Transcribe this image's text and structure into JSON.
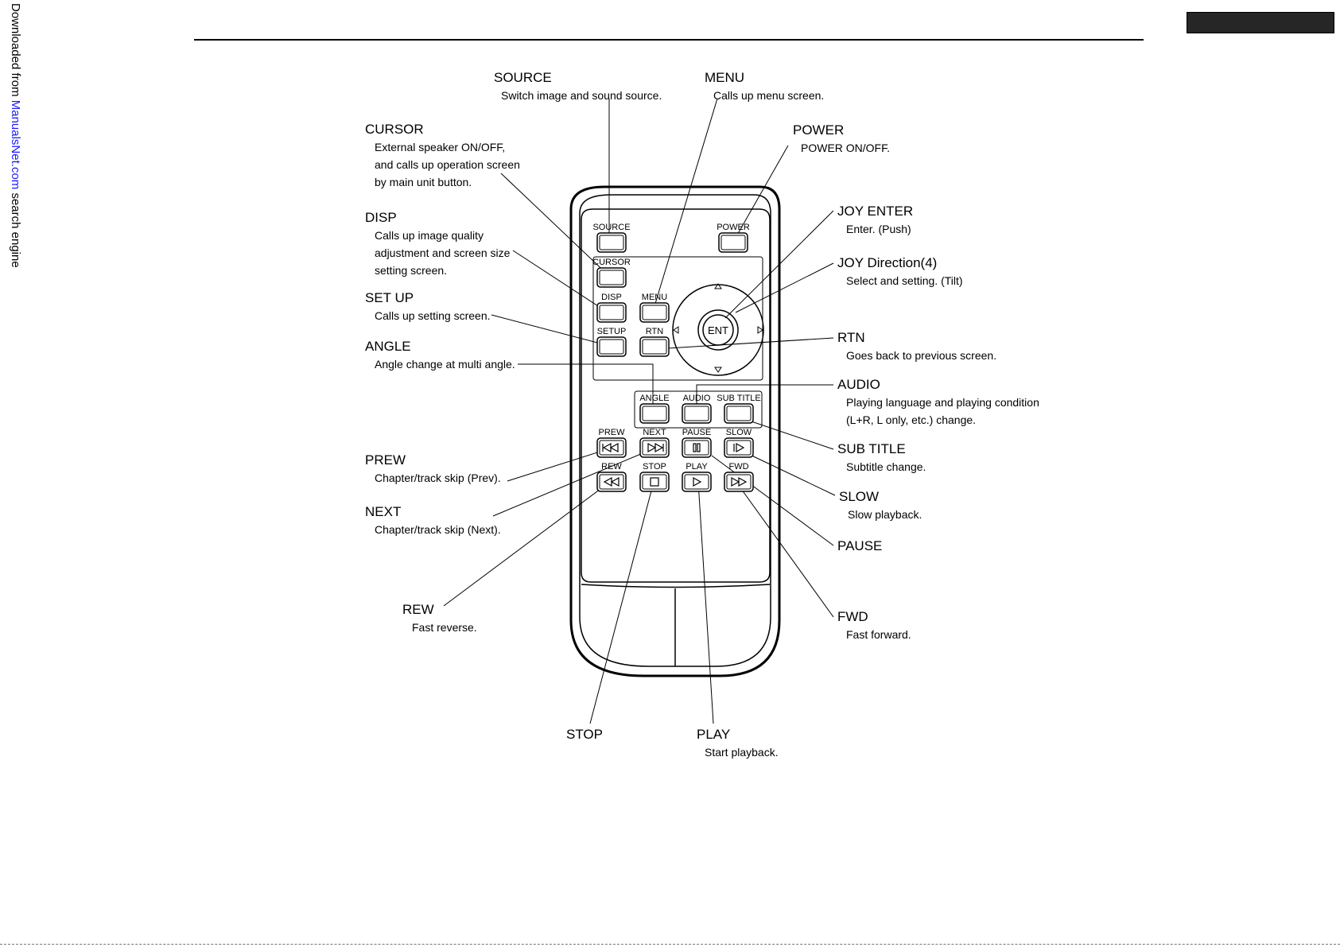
{
  "side_note": {
    "prefix": "Downloaded from ",
    "link": "ManualsNet.com",
    "suffix": " search engine"
  },
  "remote": {
    "source": "SOURCE",
    "power": "POWER",
    "cursor": "CURSOR",
    "disp": "DISP",
    "menu": "MENU",
    "setup": "SETUP",
    "rtn": "RTN",
    "ent": "ENT",
    "angle": "ANGLE",
    "audio": "AUDIO",
    "subtitle": "SUB TITLE",
    "prew": "PREW",
    "next": "NEXT",
    "pause": "PAUSE",
    "slow": "SLOW",
    "rew": "REW",
    "stop": "STOP",
    "play": "PLAY",
    "fwd": "FWD"
  },
  "callouts": {
    "source": {
      "title": "SOURCE",
      "desc": [
        "Switch image and sound source."
      ]
    },
    "menu": {
      "title": "MENU",
      "desc": [
        "Calls up menu screen."
      ]
    },
    "cursor": {
      "title": "CURSOR",
      "desc": [
        "External speaker ON/OFF,",
        "and calls up operation screen",
        "by main unit button."
      ]
    },
    "power": {
      "title": "POWER",
      "desc": [
        "POWER ON/OFF."
      ]
    },
    "disp": {
      "title": "DISP",
      "desc": [
        "Calls up image quality",
        "adjustment and screen size",
        "setting screen."
      ]
    },
    "setup": {
      "title": "SET UP",
      "desc": [
        "Calls up setting screen."
      ]
    },
    "angle": {
      "title": "ANGLE",
      "desc": [
        "Angle change at multi angle."
      ]
    },
    "prew": {
      "title": "PREW",
      "desc": [
        "Chapter/track skip (Prev)."
      ]
    },
    "next": {
      "title": "NEXT",
      "desc": [
        "Chapter/track skip (Next)."
      ]
    },
    "rew": {
      "title": "REW",
      "desc": [
        "Fast reverse."
      ]
    },
    "stop": {
      "title": "STOP",
      "desc": []
    },
    "play": {
      "title": "PLAY",
      "desc": [
        "Start playback."
      ]
    },
    "joy_enter": {
      "title": "JOY ENTER",
      "desc": [
        "Enter. (Push)"
      ]
    },
    "joy_direction": {
      "title": "JOY Direction(4)",
      "desc": [
        "Select and setting. (Tilt)"
      ]
    },
    "rtn": {
      "title": "RTN",
      "desc": [
        "Goes back to previous screen."
      ]
    },
    "audio": {
      "title": "AUDIO",
      "desc": [
        "Playing language and playing condition",
        "(L+R, L only, etc.) change."
      ]
    },
    "subtitle": {
      "title": "SUB TITLE",
      "desc": [
        "Subtitle change."
      ]
    },
    "slow": {
      "title": "SLOW",
      "desc": [
        "Slow playback."
      ]
    },
    "pause": {
      "title": "PAUSE",
      "desc": []
    },
    "fwd": {
      "title": "FWD",
      "desc": [
        "Fast forward."
      ]
    }
  }
}
